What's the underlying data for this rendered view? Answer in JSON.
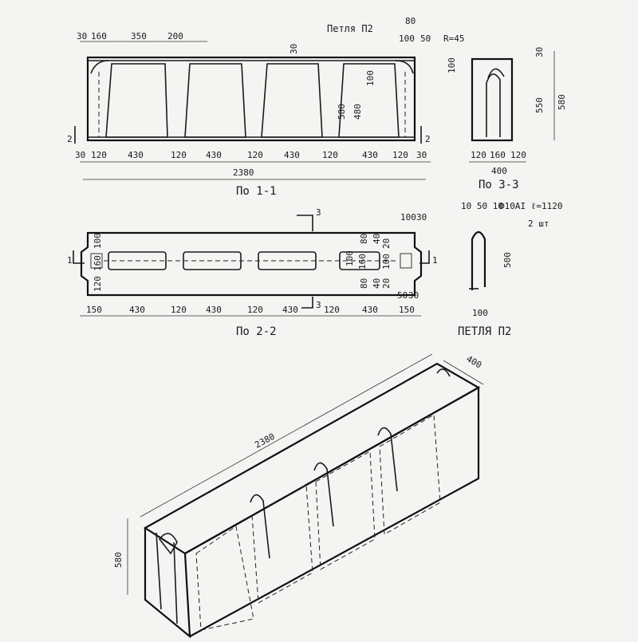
{
  "section_1": {
    "title": "По 1-1",
    "loop_label": "Петля П2",
    "top_dims": [
      "30",
      "160",
      "350",
      "200"
    ],
    "loop_dims": [
      "80",
      "100",
      "50"
    ],
    "radius": "R=45",
    "dim_30": "30",
    "dim_100": "100",
    "dim_580": "580",
    "dim_480": "480",
    "bottom_dims": [
      "30",
      "120",
      "430",
      "120",
      "430",
      "120",
      "430",
      "120",
      "430",
      "120",
      "30"
    ],
    "total": "2380",
    "cut_mark_left": "1",
    "cut_mark_right": "1",
    "side_mark_left": "2",
    "side_mark_right": "2"
  },
  "section_3": {
    "title": "По 3-3",
    "dim_30": "30",
    "dim_100": "100",
    "dim_550": "550",
    "dim_580": "580",
    "bottom_dims": [
      "120",
      "160",
      "120"
    ],
    "width": "400"
  },
  "section_2": {
    "title": "По 2-2",
    "top_right_dims": [
      "100",
      "30"
    ],
    "cut_mark": "3",
    "left_dims": [
      "100",
      "160",
      "120"
    ],
    "right_dims": [
      "80",
      "40",
      "20",
      "100",
      "160",
      "100",
      "80",
      "40",
      "20"
    ],
    "corner_dims": [
      "50",
      "30"
    ],
    "bottom_dims": [
      "150",
      "430",
      "120",
      "430",
      "120",
      "430",
      "120",
      "430",
      "150"
    ],
    "cut_mark_left": "1",
    "cut_mark_right": "1",
    "cut_mark_bottom": "3"
  },
  "loop": {
    "title": "ПЕТЛЯ П2",
    "top_dims": "10 50 10",
    "spec": "Ф10АI  ℓ=1120",
    "count": "2 шт",
    "height": "500",
    "bottom": "100"
  },
  "iso": {
    "length": "2380",
    "width": "400",
    "height": "580"
  }
}
